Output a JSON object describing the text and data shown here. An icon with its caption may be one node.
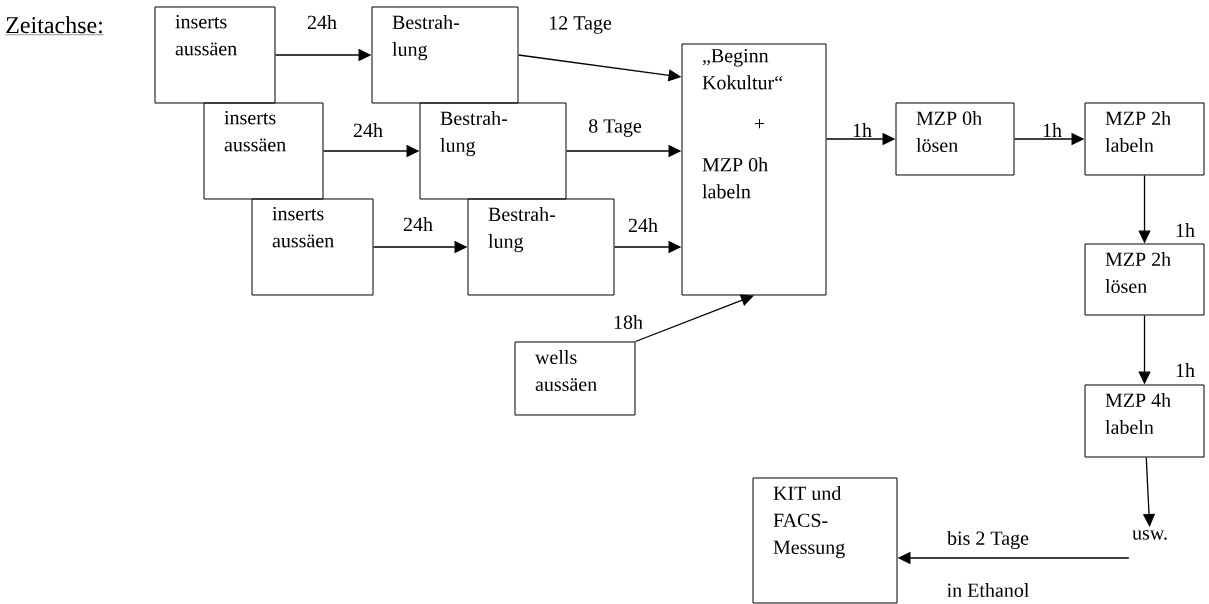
{
  "diagram": {
    "title": "Zeitachse:",
    "nodes": [
      {
        "text": [
          "inserts aussäen"
        ]
      },
      {
        "text": [
          "Bestrah- lung"
        ]
      },
      {
        "text": [
          "inserts aussäen"
        ]
      },
      {
        "text": [
          "Bestrah- lung"
        ]
      },
      {
        "text": [
          "inserts aussäen"
        ]
      },
      {
        "text": [
          "Bestrah- lung"
        ]
      },
      {
        "text": [
          "„Beginn Kokultur“",
          "+",
          "MZP 0h labeln"
        ]
      },
      {
        "text": [
          "wells aussäen"
        ]
      },
      {
        "text": [
          "MZP 0h lösen"
        ]
      },
      {
        "text": [
          "MZP 2h labeln"
        ]
      },
      {
        "text": [
          "MZP 2h lösen"
        ]
      },
      {
        "text": [
          "MZP 4h labeln"
        ]
      },
      {
        "text": [
          "usw."
        ]
      },
      {
        "text": [
          "KIT und FACS- Messung"
        ]
      }
    ],
    "edges": [
      {
        "from": 0,
        "to": 1,
        "arrow": "to",
        "label": "24h"
      },
      {
        "from": 2,
        "to": 3,
        "arrow": "to",
        "label": "24h"
      },
      {
        "from": 4,
        "to": 5,
        "arrow": "to",
        "label": "24h"
      },
      {
        "from": 1,
        "to": 6,
        "arrow": "to",
        "label": "12 Tage"
      },
      {
        "from": 3,
        "to": 6,
        "arrow": "to",
        "label": "8 Tage"
      },
      {
        "from": 5,
        "to": 6,
        "arrow": "to",
        "label": "24h"
      },
      {
        "from": 7,
        "to": 6,
        "arrow": "to",
        "label": "18h"
      },
      {
        "from": 6,
        "to": 8,
        "arrow": "to",
        "label": "1h"
      },
      {
        "from": 8,
        "to": 9,
        "arrow": "to",
        "label": "1h"
      },
      {
        "from": 9,
        "to": 10,
        "arrow": "to",
        "label": "1h"
      },
      {
        "from": 10,
        "to": 11,
        "arrow": "to",
        "label": "1h"
      },
      {
        "from": 11,
        "to": 12,
        "arrow": "to"
      },
      {
        "from": 12,
        "to": 13,
        "arrow": "to",
        "label": "bis 2 Tage"
      }
    ],
    "labels": [
      "in Ethanol"
    ]
  }
}
